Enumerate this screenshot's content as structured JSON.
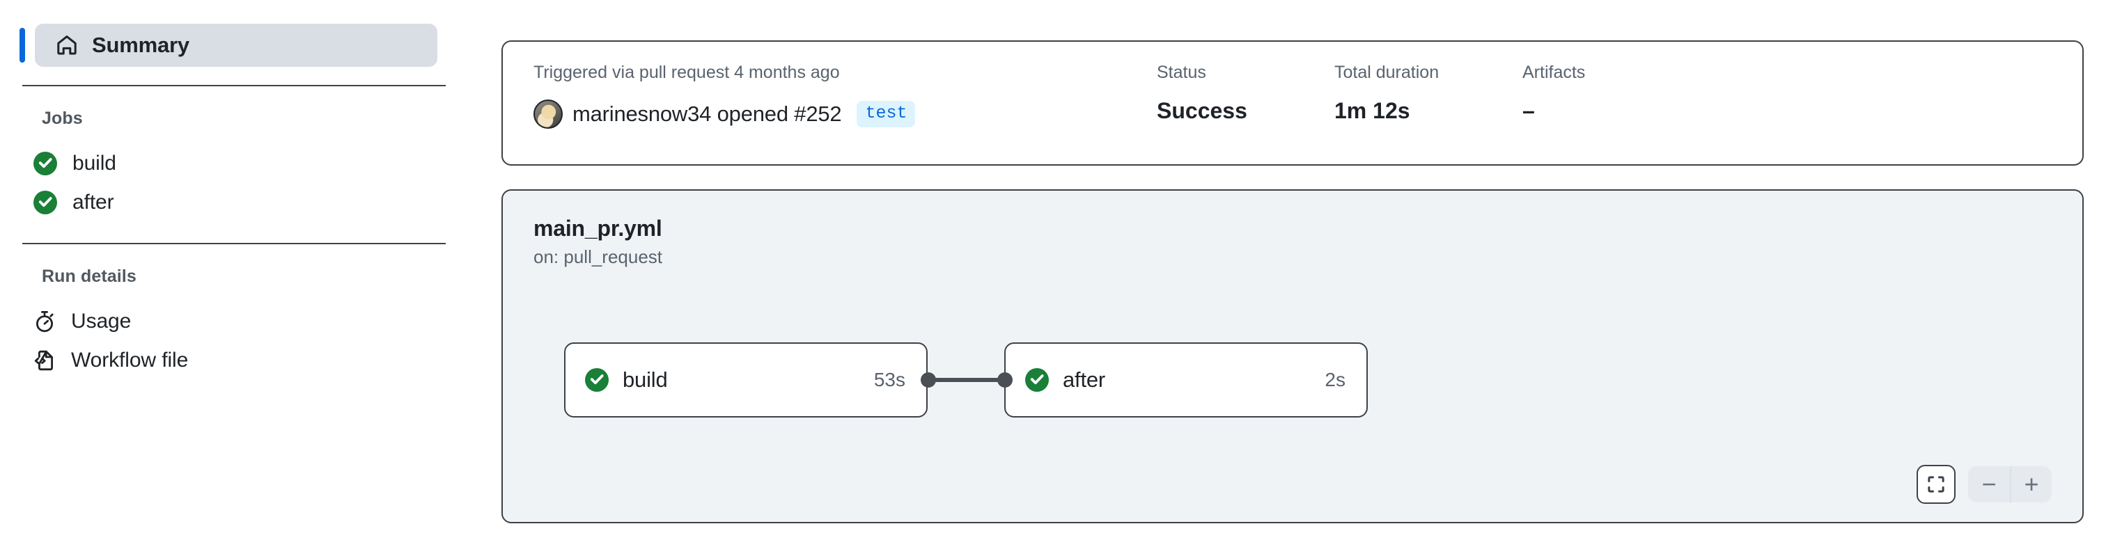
{
  "sidebar": {
    "selected": {
      "label": "Summary",
      "icon": "home-icon"
    },
    "sections": [
      {
        "heading": "Jobs",
        "items": [
          {
            "label": "build",
            "icon": "check-circle-icon",
            "status": "success"
          },
          {
            "label": "after",
            "icon": "check-circle-icon",
            "status": "success"
          }
        ]
      },
      {
        "heading": "Run details",
        "items": [
          {
            "label": "Usage",
            "icon": "stopwatch-icon"
          },
          {
            "label": "Workflow file",
            "icon": "file-code-icon"
          }
        ]
      }
    ]
  },
  "summary_card": {
    "trigger": {
      "label": "Triggered via pull request 4 months ago",
      "actor": "marinesnow34",
      "action_text": "marinesnow34 opened #252",
      "branch_badge": "test"
    },
    "status": {
      "label": "Status",
      "value": "Success"
    },
    "duration": {
      "label": "Total duration",
      "value": "1m 12s"
    },
    "artifacts": {
      "label": "Artifacts",
      "value": "–"
    }
  },
  "workflow": {
    "title": "main_pr.yml",
    "subtitle": "on: pull_request",
    "nodes": [
      {
        "name": "build",
        "duration": "53s",
        "status": "success"
      },
      {
        "name": "after",
        "duration": "2s",
        "status": "success"
      }
    ],
    "controls": {
      "fit": "fit-to-screen",
      "zoom_out": "−",
      "zoom_in": "+"
    }
  },
  "colors": {
    "success_green": "#1a7f37",
    "accent_blue": "#0969da",
    "badge_bg": "#ddf4ff",
    "card_border": "#3d4248",
    "graph_bg": "#f0f3f6",
    "selected_bg": "#d8dee4",
    "muted_text": "#59636e"
  }
}
